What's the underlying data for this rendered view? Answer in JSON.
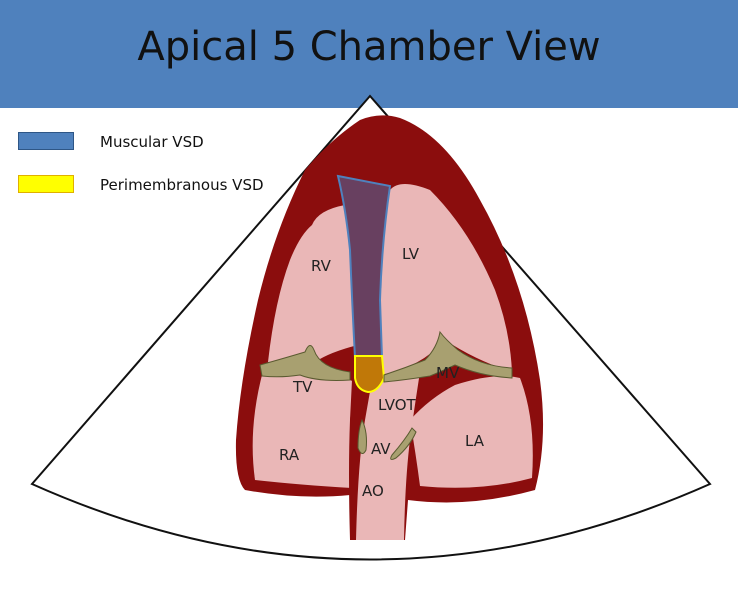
{
  "title": "Apical 5 Chamber View",
  "legend": [
    {
      "label": "Muscular VSD",
      "color": "#4f81bd",
      "border": "#2e5686"
    },
    {
      "label": "Perimembranous VSD",
      "color": "#ffff00",
      "border": "#e0b000"
    }
  ],
  "labels": {
    "rv": "RV",
    "lv": "LV",
    "tv": "TV",
    "mv": "MV",
    "lvot": "LVOT",
    "ra": "RA",
    "la": "LA",
    "av": "AV",
    "ao": "AO"
  },
  "colors": {
    "header": "#4f81bd",
    "myocardium": "#8b0d0d",
    "chamber": "#eab7b7",
    "valve": "#a8a070",
    "muscular_vsd": "#684060",
    "perimembranous_vsd": "#c07808"
  }
}
